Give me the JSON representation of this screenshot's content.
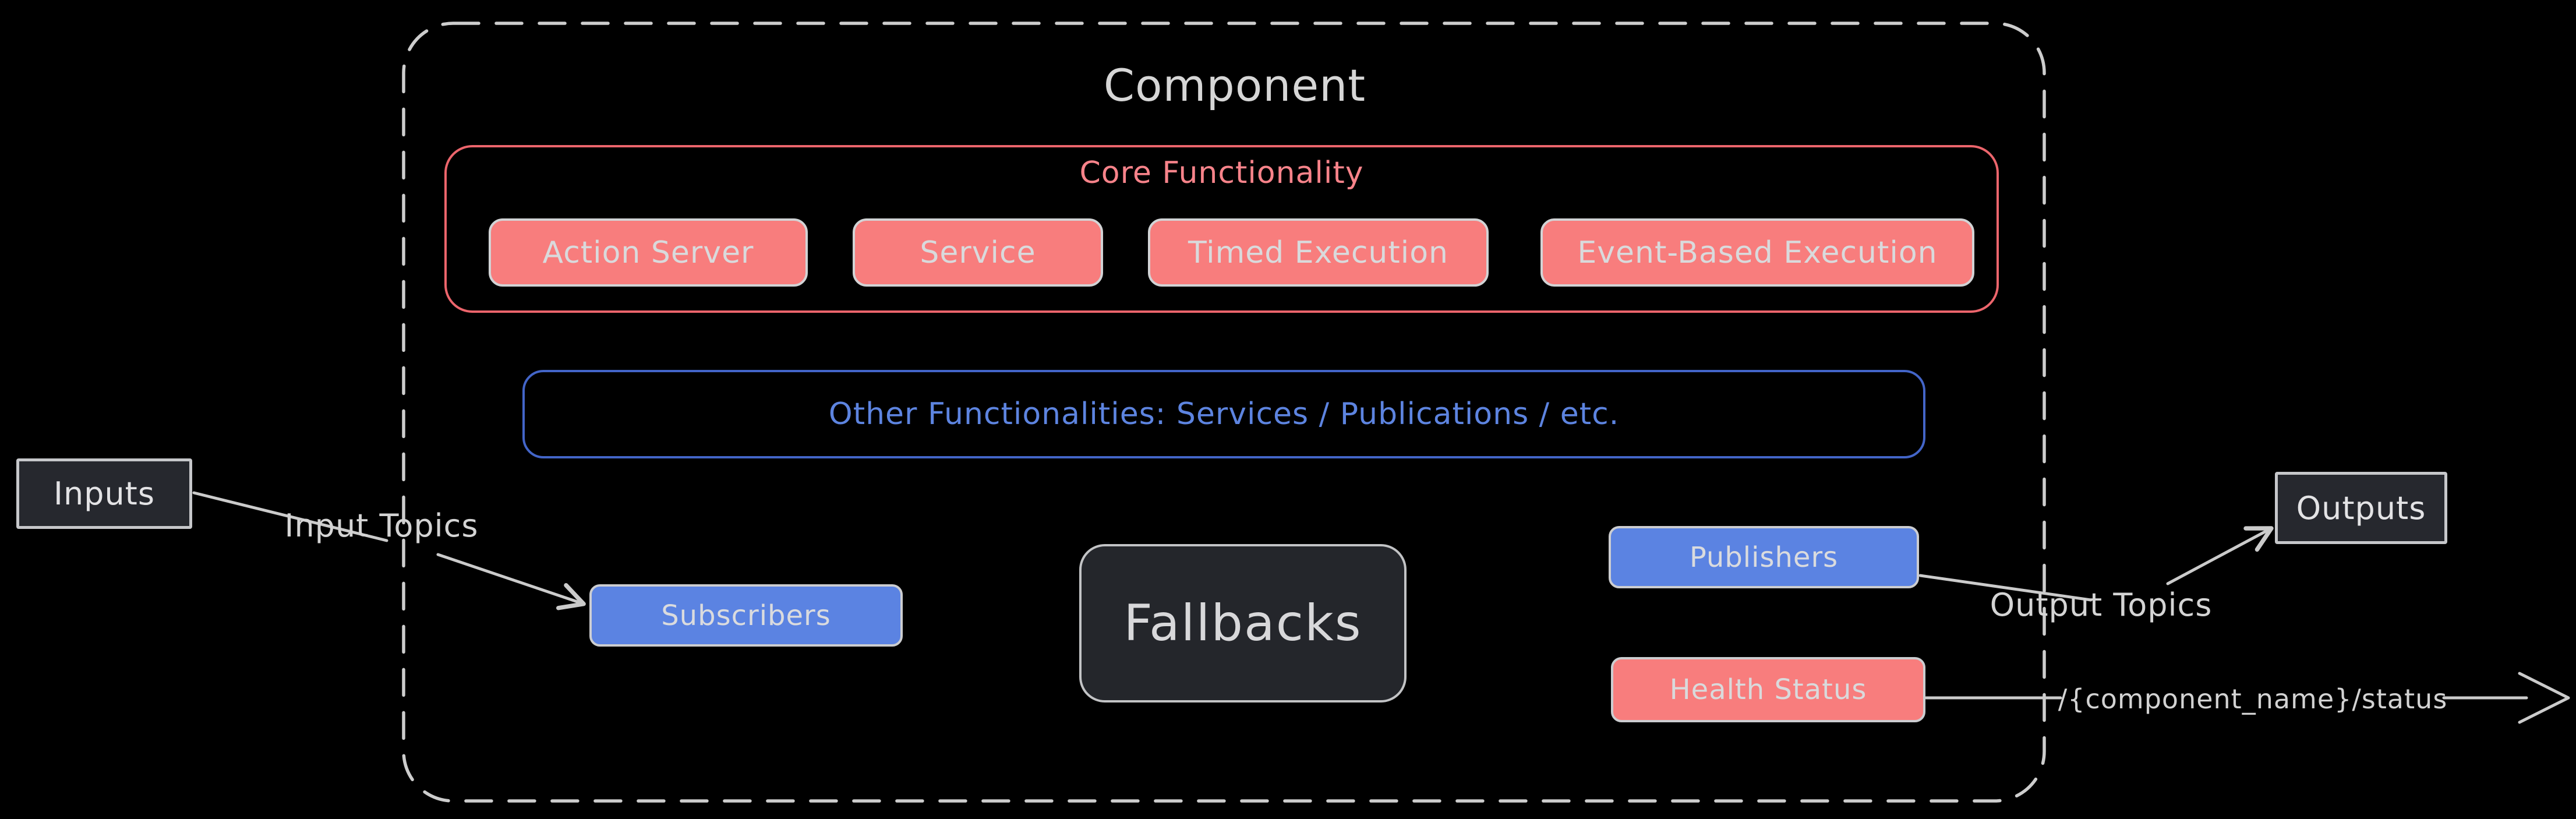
{
  "diagram": {
    "title": "Component",
    "core": {
      "label": "Core Functionality",
      "boxes": [
        "Action Server",
        "Service",
        "Timed Execution",
        "Event-Based Execution"
      ]
    },
    "other_functionalities": {
      "label": "Other Functionalities: Services / Publications / etc."
    },
    "nodes": {
      "inputs": "Inputs",
      "outputs": "Outputs",
      "subscribers": "Subscribers",
      "publishers": "Publishers",
      "fallbacks": "Fallbacks",
      "health_status": "Health Status"
    },
    "edge_labels": {
      "input_topics": "Input Topics",
      "output_topics": "Output Topics",
      "status_topic": "/{component_name}/status"
    },
    "colors": {
      "background": "#000000",
      "stroke_gray": "#cbcbcb",
      "text_gray": "#d6d6d6",
      "salmon_fill": "#f87d7d",
      "red_border": "#ec656c",
      "red_label": "#f8838a",
      "blue_fill": "#5b83e2",
      "blue_border": "#4365c8",
      "blue_text": "#5d84e0",
      "dark_fill": "#26282e"
    }
  }
}
